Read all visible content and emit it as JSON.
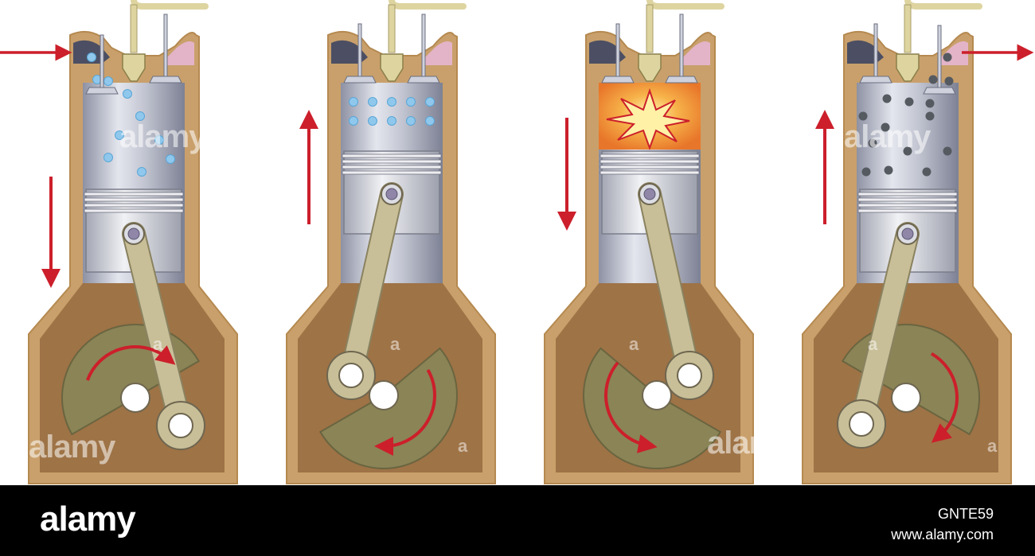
{
  "colors": {
    "body": "#c9a06b",
    "body_stroke": "#b58950",
    "crankcase": "#9e7346",
    "head_dark": "#4c4f63",
    "head_pink": "#e3b4c8",
    "cylinder_metal": "#c8cbd6",
    "piston_metal": "#d8d9df",
    "rod": "#c8bf98",
    "crank_disc": "#8a8456",
    "valve": "#ded4a0",
    "arrow": "#cc1f2b",
    "intake_dot": "#8fc8ec",
    "exhaust_dot": "#555a60",
    "combustion": "#f5a13a",
    "footer_bg": "#000000"
  },
  "strokes": [
    {
      "id": "intake",
      "piston": "down",
      "crank": "clockwise",
      "intake_valve": "open",
      "exhaust_valve": "closed",
      "chamber": "intake-mixture",
      "gas_flow": "in"
    },
    {
      "id": "compression",
      "piston": "up",
      "crank": "clockwise",
      "intake_valve": "closed",
      "exhaust_valve": "closed",
      "chamber": "compressed-mixture",
      "gas_flow": "none"
    },
    {
      "id": "power",
      "piston": "down",
      "crank": "counterclockwise",
      "intake_valve": "closed",
      "exhaust_valve": "closed",
      "chamber": "combustion",
      "gas_flow": "none"
    },
    {
      "id": "exhaust",
      "piston": "up",
      "crank": "clockwise",
      "intake_valve": "closed",
      "exhaust_valve": "open",
      "chamber": "exhaust-gas",
      "gas_flow": "out"
    }
  ],
  "watermark": {
    "text": "alamy",
    "letter": "a"
  },
  "footer": {
    "logo": "alamy",
    "image_id": "GNTE59",
    "url": "www.alamy.com"
  }
}
